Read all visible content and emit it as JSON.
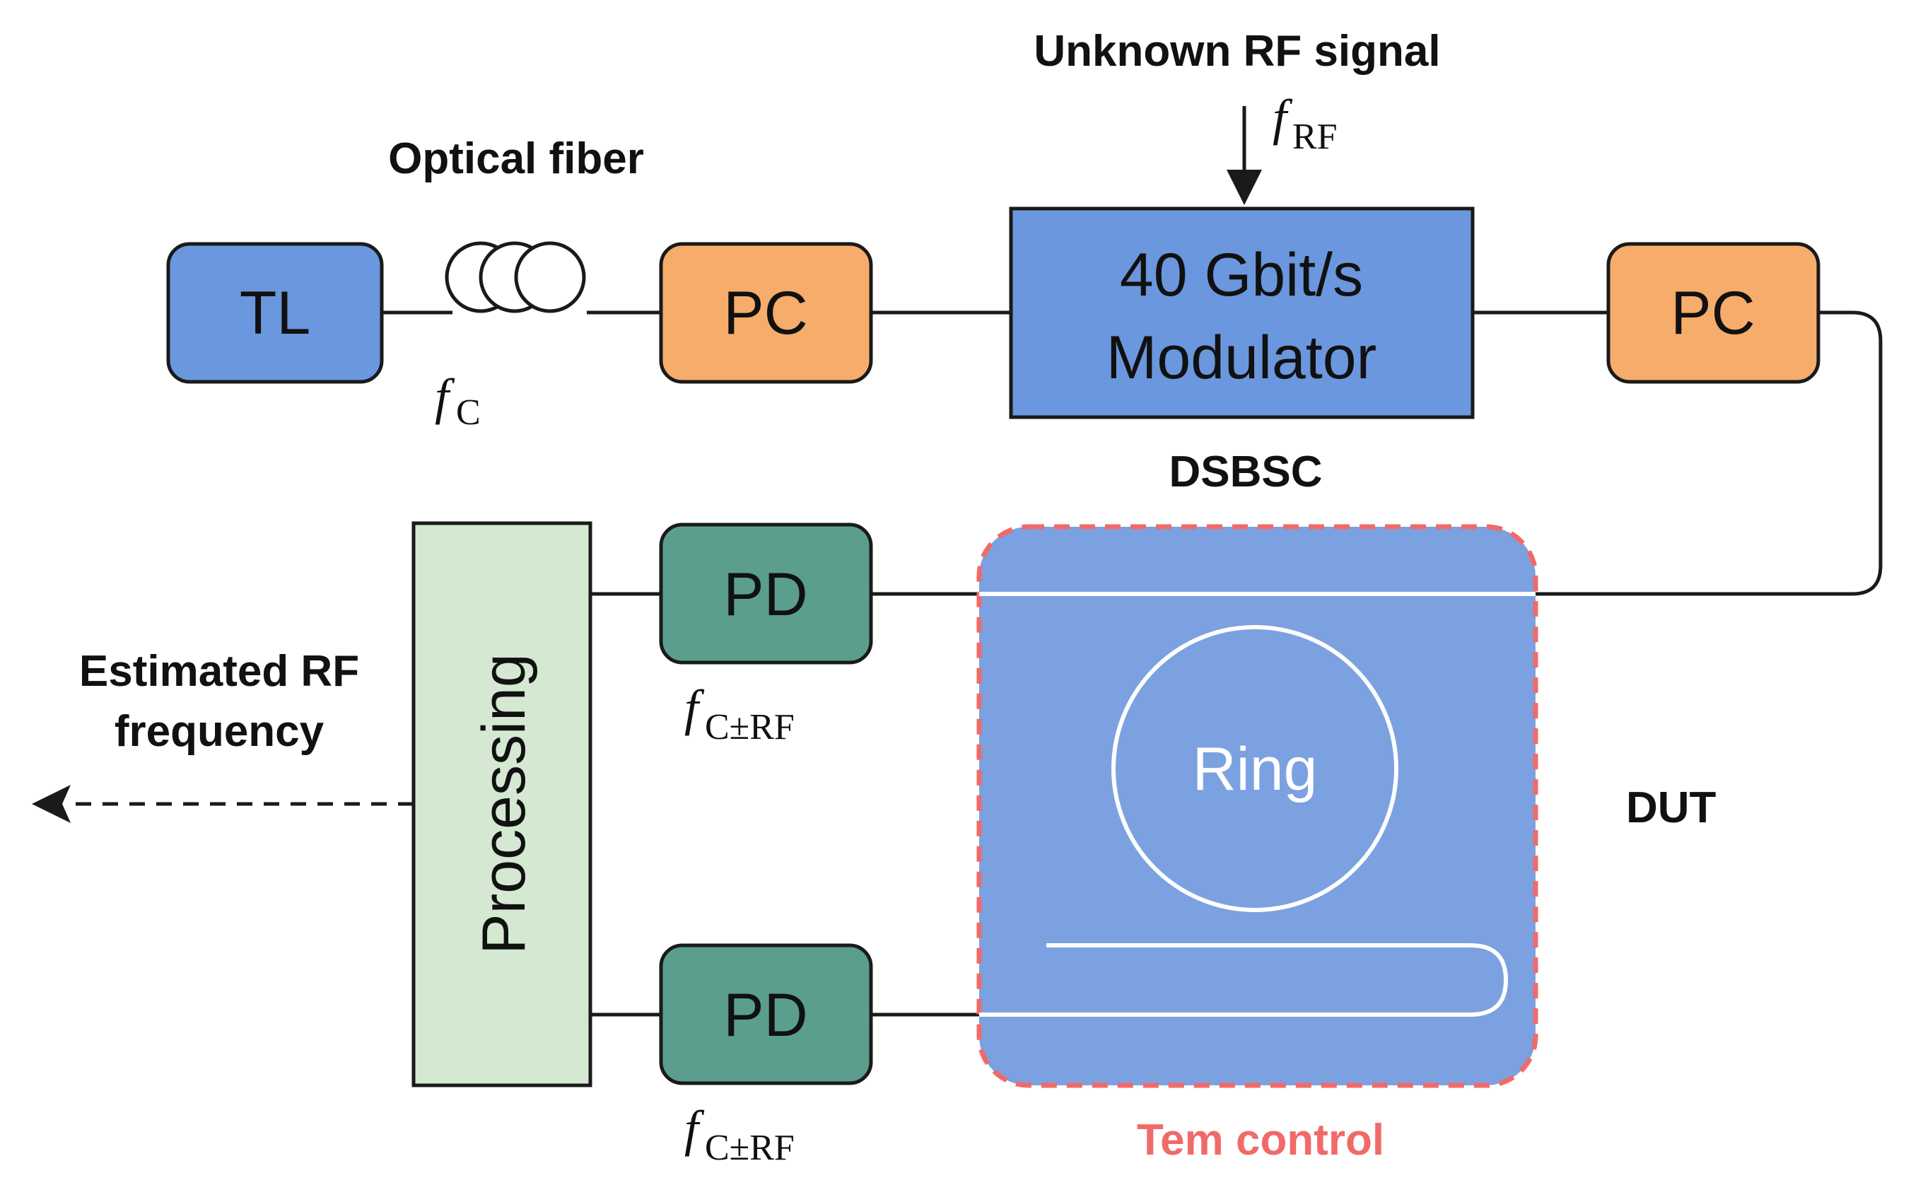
{
  "colors": {
    "laser": "#6A97DE",
    "controller": "#F6AC6B",
    "modulator": "#6A97DE",
    "detector": "#5B9E8D",
    "processing": "#D4E8D2",
    "dut": "#7BA1E0",
    "dut_border": "#F06A6A",
    "outline": "#1a1a1a",
    "control_text": "#F06A6A"
  },
  "labels": {
    "optical_fiber": "Optical fiber",
    "unknown_rf": "Unknown RF signal",
    "f_rf_italic": "f",
    "f_rf_sub": "RF",
    "f_c_italic": "f",
    "f_c_sub": "C",
    "dsbsc": "DSBSC",
    "estimated_line1": "Estimated RF",
    "estimated_line2": "frequency",
    "f_crf_italic": "f",
    "f_crf_sub": "C±RF",
    "dut": "DUT",
    "tem_control": "Tem control"
  },
  "blocks": {
    "tl": "TL",
    "pc1": "PC",
    "modulator_line1": "40 Gbit/s",
    "modulator_line2": "Modulator",
    "pc2": "PC",
    "pd_top": "PD",
    "pd_bottom": "PD",
    "processing": "Processing",
    "ring": "Ring"
  },
  "icons": {
    "fiber_coil": "fiber-coil-icon",
    "rf_arrow": "arrow-down-icon",
    "output_arrow": "arrow-left-icon"
  }
}
